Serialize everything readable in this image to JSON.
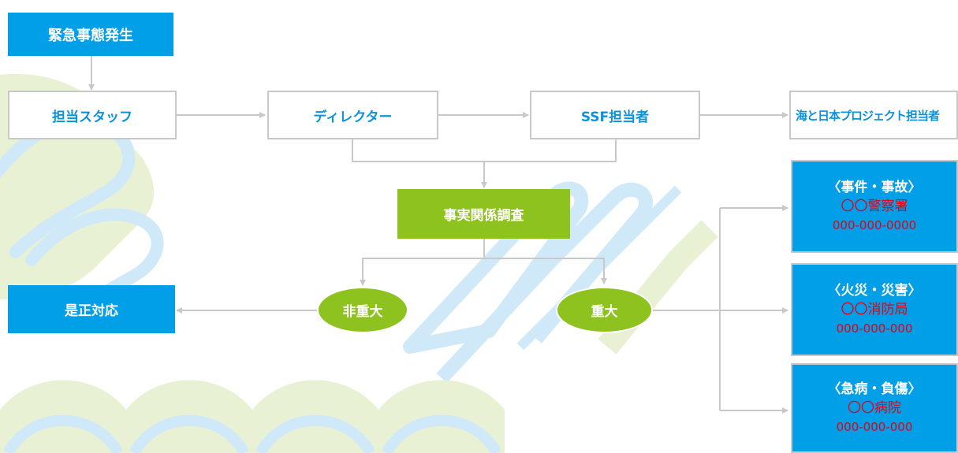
{
  "colors": {
    "primary_blue": "#009fe8",
    "label_blue": "#0a93dd",
    "green": "#8dc21f",
    "connector_gray": "#c8c8c8",
    "emergency_red": "#e60012",
    "bg_light_green": "#e8f1d4",
    "bg_light_blue": "#cfe9f8"
  },
  "nodes": {
    "emergency": "緊急事態発生",
    "staff": "担当スタッフ",
    "director": "ディレクター",
    "ssf": "SSF担当者",
    "project": "海と日本プロジェクト担当者",
    "investigation": "事実関係調査",
    "non_serious": "非重大",
    "serious": "重大",
    "corrective": "是正対応"
  },
  "contacts": [
    {
      "title": "〈事件・事故〉",
      "org": "〇〇警察署",
      "phone": "000-000-0000"
    },
    {
      "title": "〈火災・災害〉",
      "org": "〇〇消防局",
      "phone": "000-000-000"
    },
    {
      "title": "〈急病・負傷〉",
      "org": "〇〇病院",
      "phone": "000-000-000"
    }
  ]
}
